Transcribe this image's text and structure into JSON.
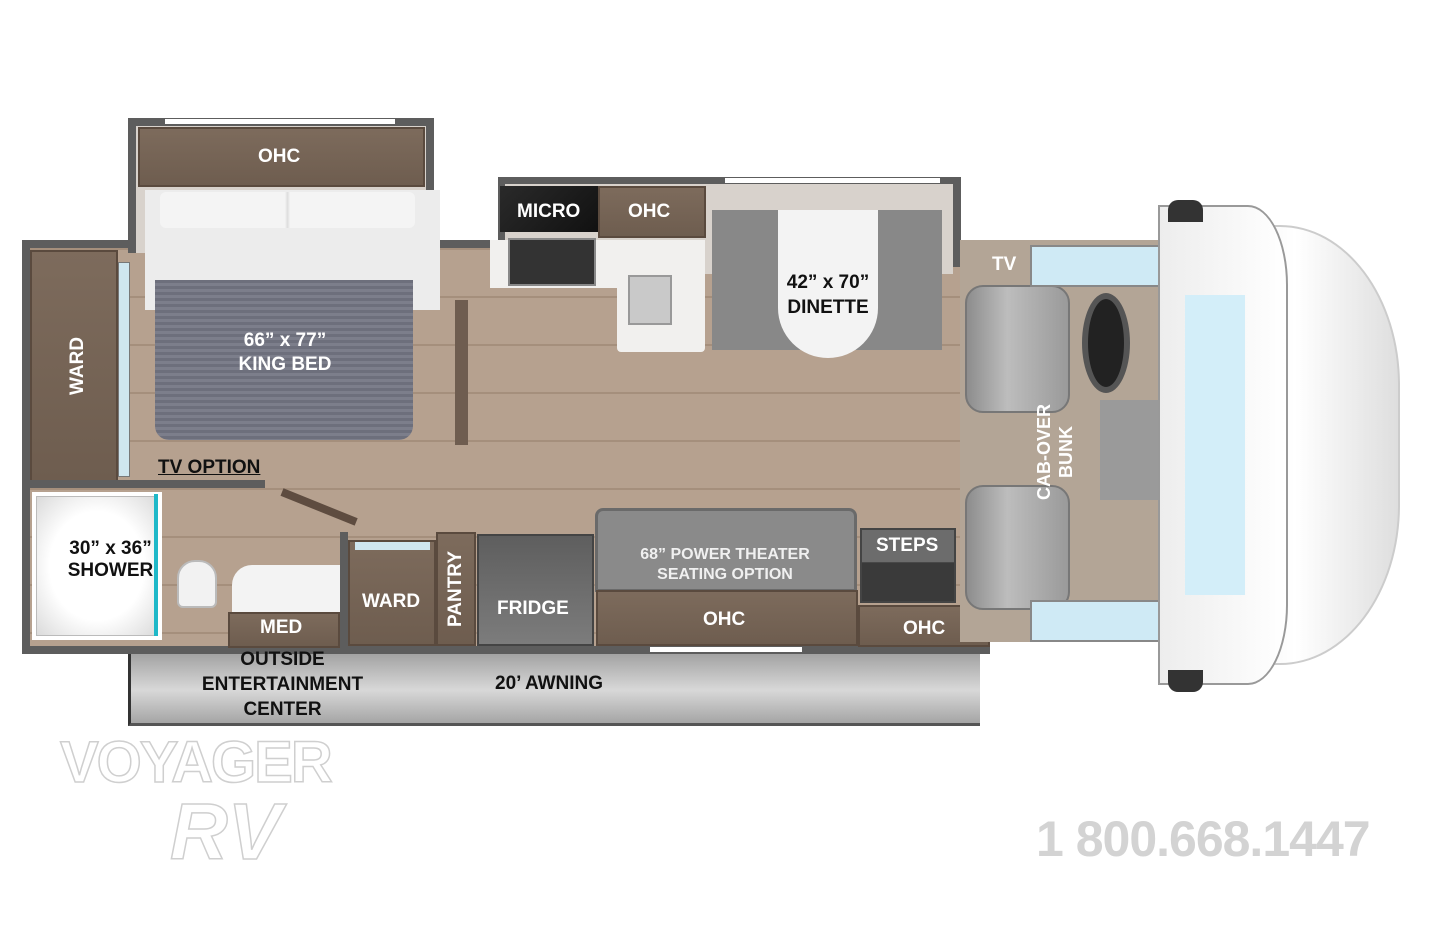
{
  "floorplan": {
    "bedroom": {
      "ohc": "OHC",
      "bed_size": "66” x 77”",
      "bed_label": "KING BED",
      "ward": "WARD",
      "tv_option": "TV OPTION"
    },
    "bath": {
      "shower_size": "30” x 36”",
      "shower_label": "SHOWER",
      "med": "MED"
    },
    "storage": {
      "ward": "WARD",
      "pantry": "PANTRY",
      "fridge": "FRIDGE"
    },
    "kitchen": {
      "micro": "MICRO",
      "ohc": "OHC"
    },
    "dinette": {
      "size": "42” x 70”",
      "label": "DINETTE"
    },
    "living": {
      "theater_line1": "68” POWER THEATER",
      "theater_line2": "SEATING OPTION",
      "ohc": "OHC",
      "steps": "STEPS",
      "ohc2": "OHC",
      "tv": "TV"
    },
    "cab": {
      "bunk_line1": "CAB-OVER",
      "bunk_line2": "BUNK"
    },
    "exterior": {
      "outside_line1": "OUTSIDE",
      "outside_line2": "ENTERTAINMENT",
      "outside_line3": "CENTER",
      "awning": "20’ AWNING"
    }
  },
  "branding": {
    "logo_line1": "VOYAGER",
    "logo_line2": "RV",
    "phone": "1 800.668.1447"
  },
  "colors": {
    "cabinet": "#7a6859",
    "floor": "#b09b89",
    "wall": "#5d5d5d",
    "window": "#cfeaf5"
  }
}
